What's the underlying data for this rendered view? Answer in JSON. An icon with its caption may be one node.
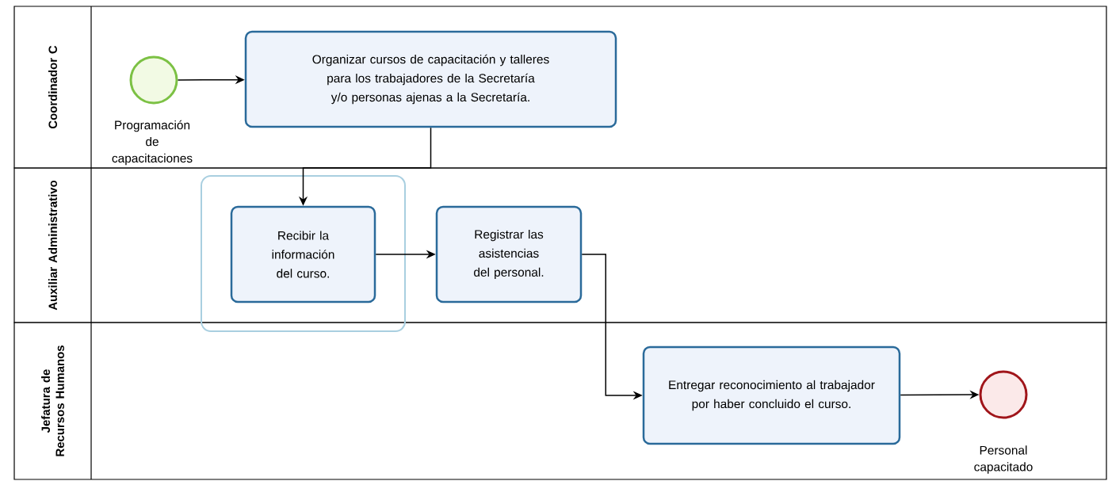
{
  "diagram": {
    "nodes": [
      {
        "text": [
          "Coordinador C"
        ]
      },
      {
        "text": [
          "Auxiliar Administrativo"
        ]
      },
      {
        "text": [
          "Jefatura de Recursos Humanos"
        ]
      },
      {
        "text": [],
        "shape": "circle",
        "in": 0,
        "beside": [
          "Programación de capacitaciones"
        ]
      },
      {
        "text": [
          "Organizar cursos de capacitación y talleres para los trabajadores de la Secretaría y/o personas ajenas a la Secretaría."
        ],
        "in": 0
      },
      {
        "text": [
          "Recibir la información del curso."
        ],
        "in": 1
      },
      {
        "text": [
          "Registrar las asistencias del personal."
        ],
        "in": 1
      },
      {
        "text": [
          "Entregar reconocimiento al trabajador por haber concluido el curso."
        ],
        "in": 2
      },
      {
        "text": [],
        "shape": "circle",
        "in": 2,
        "beside": [
          "Personal capacitado"
        ]
      }
    ],
    "edges": [
      {
        "from": 3,
        "to": 4,
        "arrow": "to"
      },
      {
        "from": 4,
        "to": 5,
        "arrow": "to"
      },
      {
        "from": 5,
        "to": 6,
        "arrow": "to"
      },
      {
        "from": 6,
        "to": 7,
        "arrow": "to"
      },
      {
        "from": 7,
        "to": 8,
        "arrow": "to"
      }
    ]
  }
}
